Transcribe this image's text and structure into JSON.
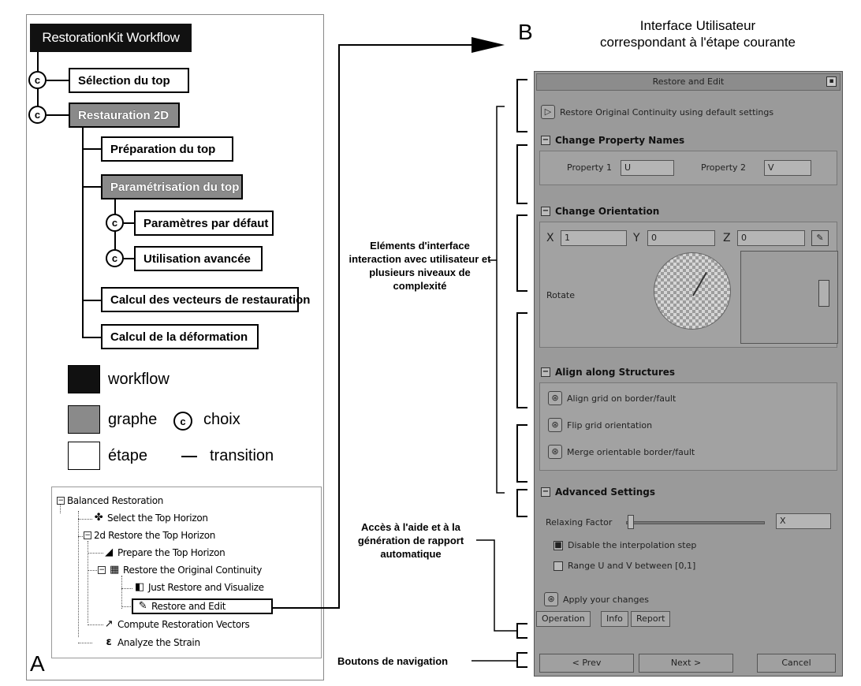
{
  "panel_a": {
    "letter": "A",
    "workflow_title": "RestorationKit Workflow",
    "choice_glyph": "c",
    "steps": {
      "selection": "Sélection du top",
      "restauration": "Restauration 2D",
      "preparation": "Préparation du top",
      "parametrisation": "Paramétrisation du top",
      "parametres_defaut": "Paramètres par défaut",
      "utilisation_avancee": "Utilisation avancée",
      "calcul_vecteurs": "Calcul des vecteurs de restauration",
      "calcul_deformation": "Calcul de la déformation"
    },
    "legend": {
      "workflow": "workflow",
      "graphe": "graphe",
      "choix": "choix",
      "etape": "étape",
      "transition": "transition",
      "colors": {
        "workflow": "#111111",
        "graphe": "#8a8a8a",
        "etape": "#ffffff"
      }
    },
    "tree": {
      "root": "Balanced Restoration",
      "select": "Select the Top Horizon",
      "restore": "2d Restore the Top Horizon",
      "prepare": "Prepare the Top Horizon",
      "original": "Restore the Original Continuity",
      "just": "Just Restore and Visualize",
      "edit": "Restore and Edit",
      "compute": "Compute Restoration Vectors",
      "analyze": "Analyze the Strain"
    }
  },
  "panel_b": {
    "letter": "B",
    "title_line1": "Interface Utilisateur",
    "title_line2": "correspondant à l'étape courante",
    "window_title": "Restore and Edit",
    "restore_default": "Restore Original Continuity using default settings",
    "change_property": "Change Property Names",
    "property1_label": "Property 1",
    "property1_value": "U",
    "property2_label": "Property 2",
    "property2_value": "V",
    "change_orientation": "Change Orientation",
    "x_label": "X",
    "x_value": "1",
    "y_label": "Y",
    "y_value": "0",
    "z_label": "Z",
    "z_value": "0",
    "rotate_label": "Rotate",
    "align_structures": "Align along Structures",
    "align_grid": "Align grid on border/fault",
    "flip_grid": "Flip grid orientation",
    "merge_border": "Merge orientable border/fault",
    "advanced_settings": "Advanced Settings",
    "relaxing_factor": "Relaxing Factor",
    "relaxing_value": "X",
    "disable_interp": "Disable the interpolation step",
    "range_uv": "Range U and V between [0,1]",
    "apply": "Apply your changes",
    "tabs": {
      "operation": "Operation",
      "info": "Info",
      "report": "Report"
    },
    "nav": {
      "prev": "< Prev",
      "next": "Next >",
      "cancel": "Cancel"
    }
  },
  "annotations": {
    "elements": "Eléments d'interface interaction avec utilisateur et plusieurs niveaux de complexité",
    "aide": "Accès à l'aide et à la génération de rapport automatique",
    "boutons": "Boutons de navigation"
  }
}
